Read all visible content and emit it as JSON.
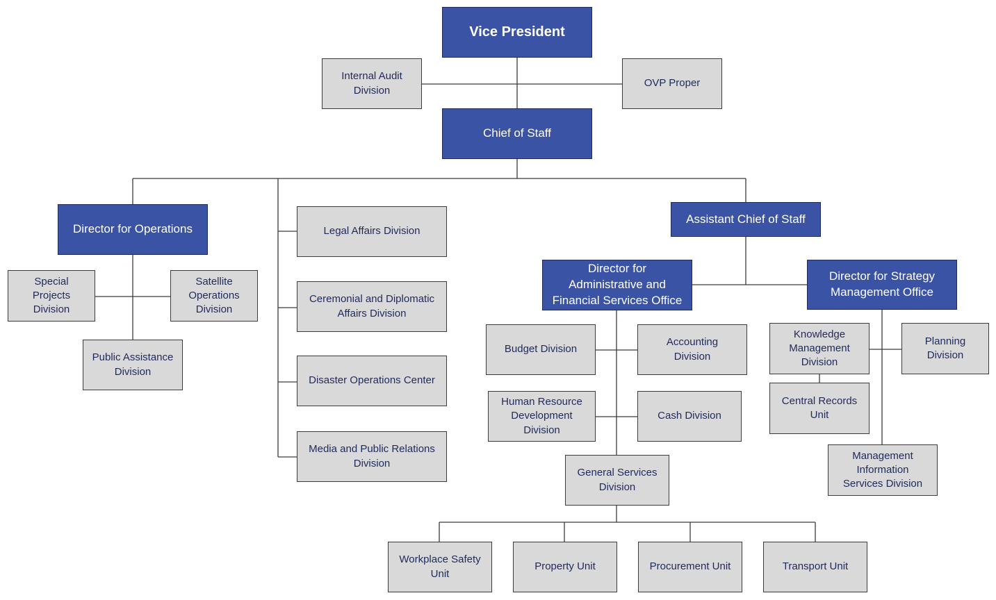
{
  "nodes": {
    "vice_president": "Vice President",
    "internal_audit": "Internal Audit\nDivision",
    "ovp_proper": "OVP Proper",
    "chief_of_staff": "Chief of Staff",
    "director_operations": "Director for Operations",
    "special_projects": "Special\nProjects\nDivision",
    "satellite_operations": "Satellite\nOperations\nDivision",
    "public_assistance": "Public Assistance\nDivision",
    "legal_affairs": "Legal Affairs Division",
    "ceremonial_diplomatic": "Ceremonial and Diplomatic\nAffairs Division",
    "disaster_operations": "Disaster Operations Center",
    "media_public_relations": "Media and Public Relations\nDivision",
    "assistant_chief_of_staff": "Assistant Chief of Staff",
    "director_admin_financial": "Director for\nAdministrative and\nFinancial Services Office",
    "director_strategy": "Director for Strategy\nManagement Office",
    "budget_division": "Budget Division",
    "accounting_division": "Accounting\nDivision",
    "hr_development": "Human Resource\nDevelopment\nDivision",
    "cash_division": "Cash Division",
    "general_services": "General Services\nDivision",
    "knowledge_management": "Knowledge\nManagement\nDivision",
    "planning_division": "Planning\nDivision",
    "central_records": "Central Records\nUnit",
    "mis_division": "Management\nInformation\nServices Division",
    "workplace_safety": "Workplace Safety\nUnit",
    "property_unit": "Property Unit",
    "procurement_unit": "Procurement Unit",
    "transport_unit": "Transport Unit"
  },
  "colors": {
    "executive_fill": "#3a53a4",
    "unit_fill": "#d9d9d9",
    "executive_text": "#ffffff",
    "unit_text": "#1f2a5c",
    "connector": "#3a3a3a"
  }
}
